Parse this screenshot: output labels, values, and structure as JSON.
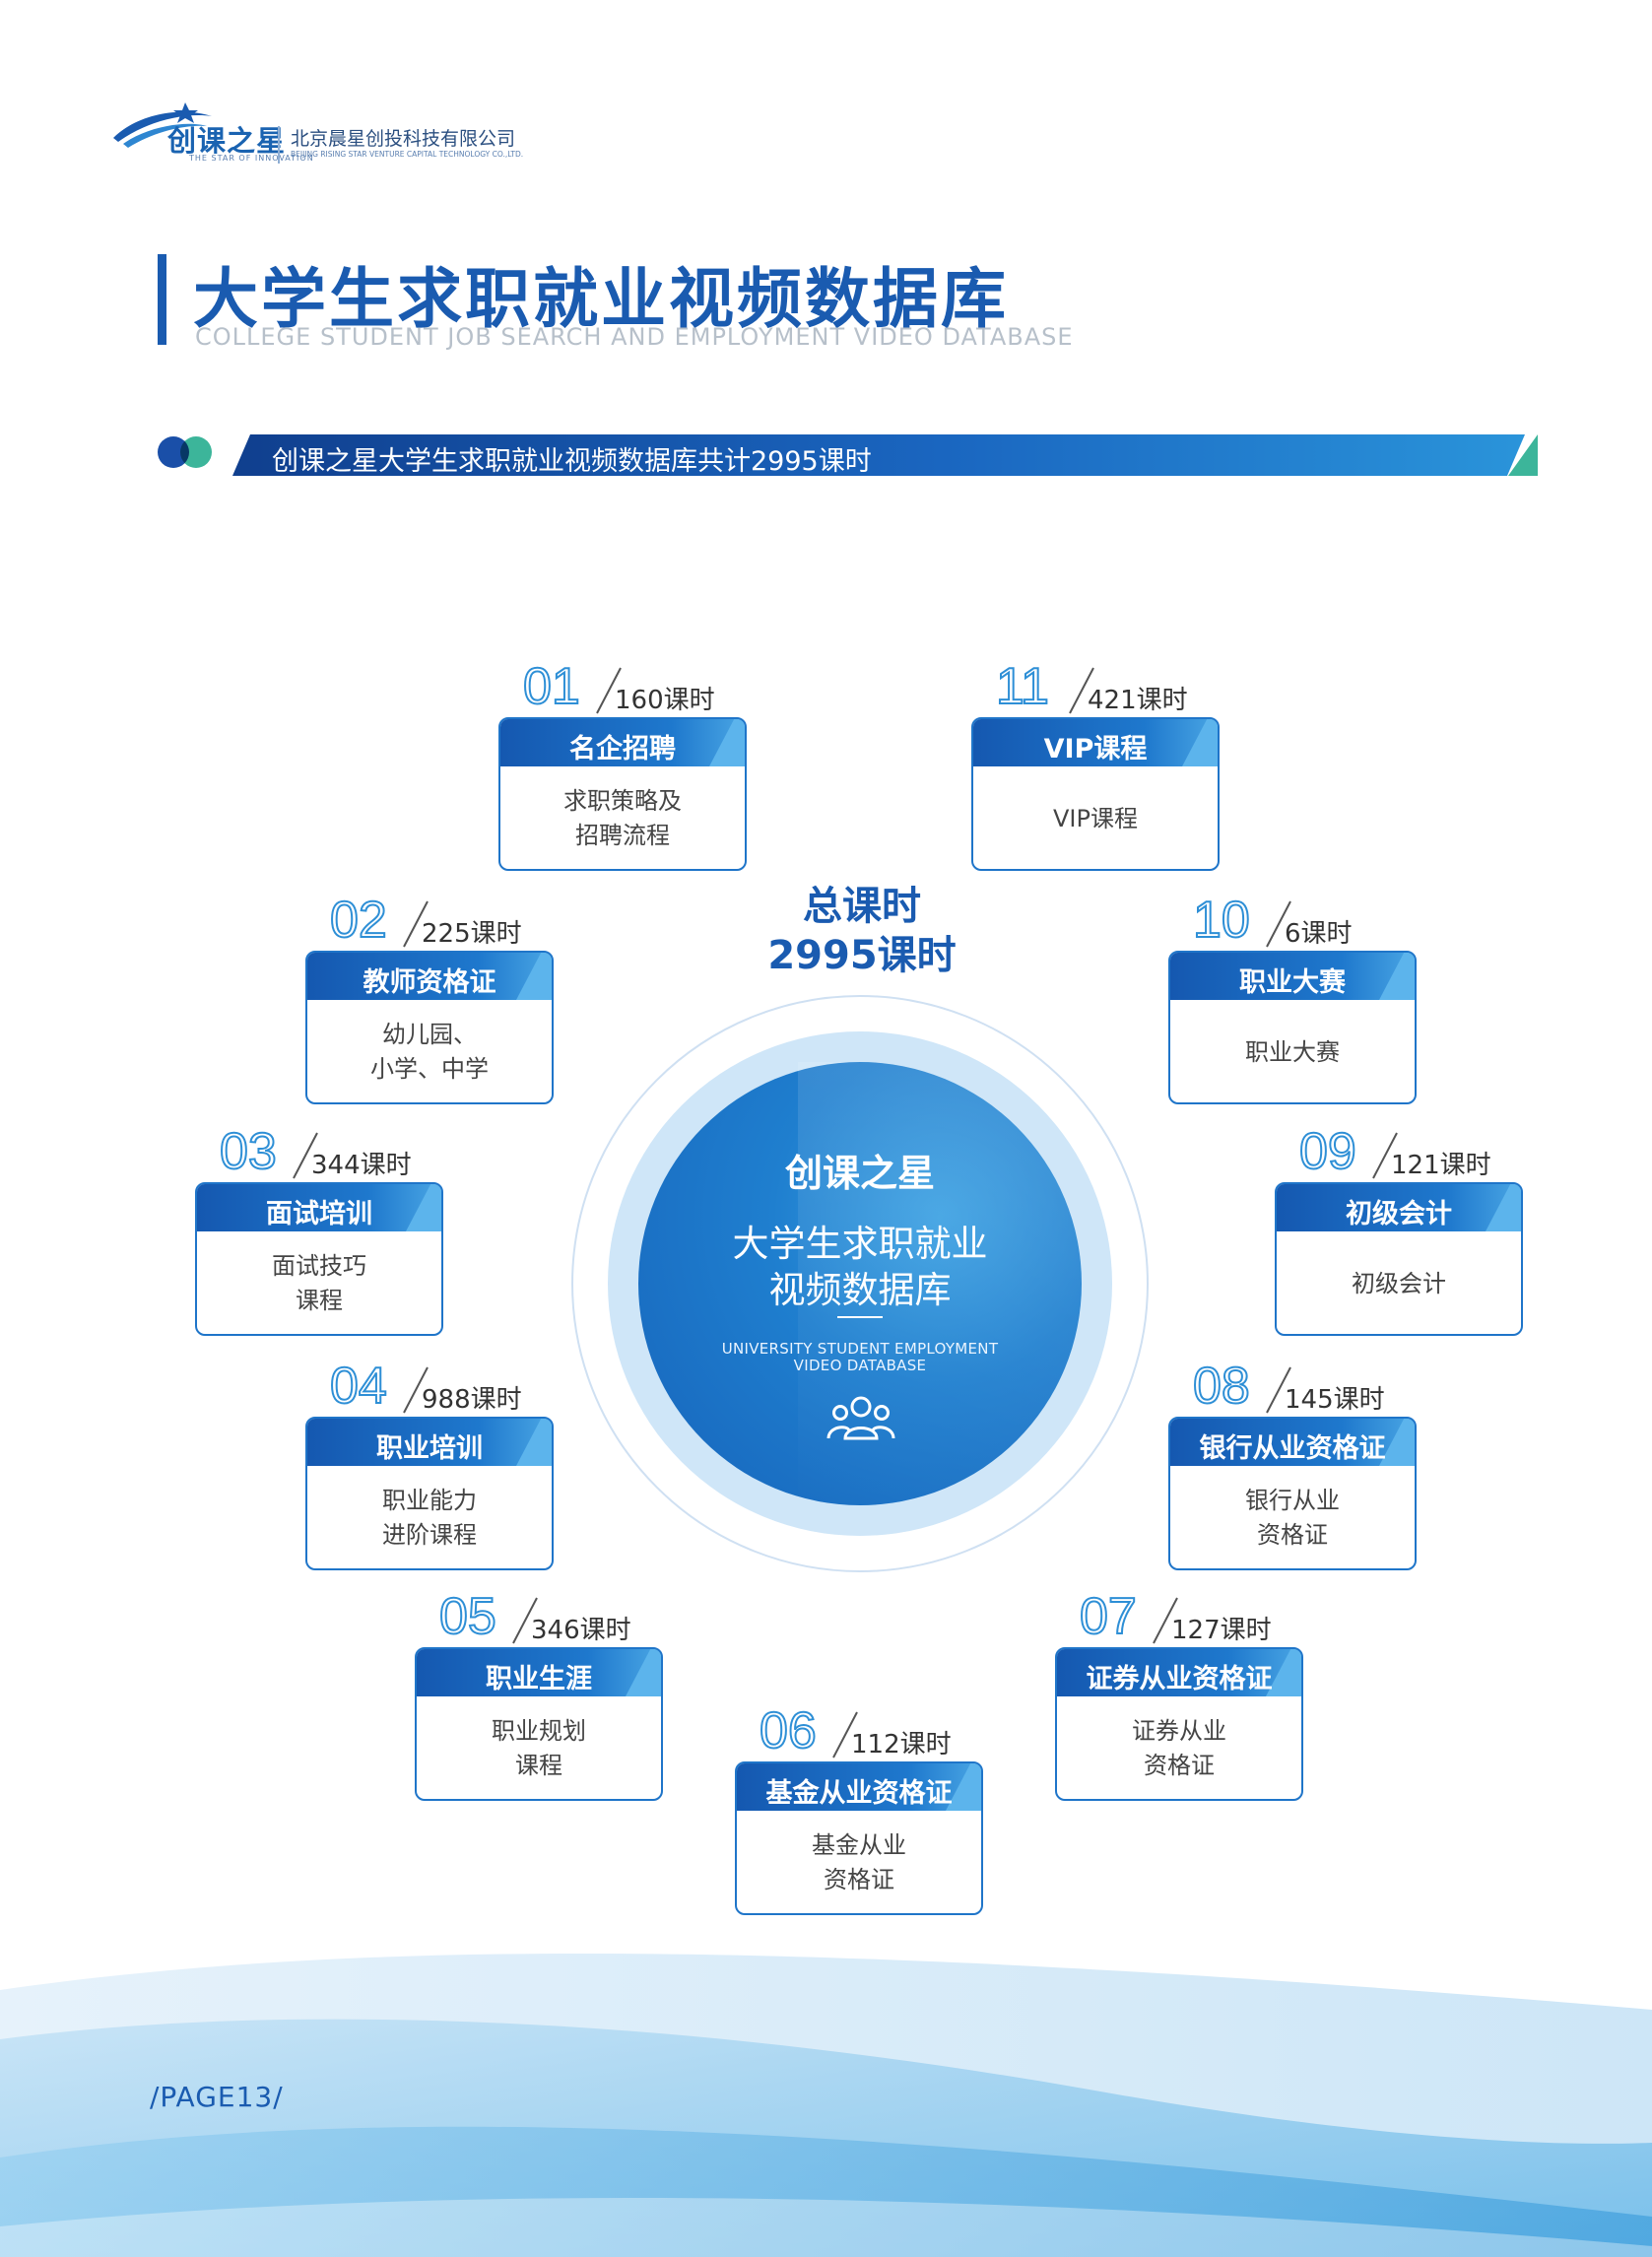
{
  "header": {
    "brand_name": "创课之星",
    "brand_sub": "THE STAR OF INNOVATION",
    "company": "北京晨星创投科技有限公司",
    "company_en": "BEIJING RISING STAR VENTURE CAPITAL TECHNOLOGY CO.,LTD."
  },
  "title": {
    "main": "大学生求职就业视频数据库",
    "english": "COLLEGE STUDENT JOB SEARCH AND EMPLOYMENT VIDEO DATABASE"
  },
  "banner": {
    "text": "创课之星大学生求职就业视频数据库共计2995课时"
  },
  "total": {
    "label": "总课时",
    "value": "2995课时"
  },
  "center": {
    "brand": "创课之星",
    "title_line1": "大学生求职就业",
    "title_line2": "视频数据库",
    "english_line1": "UNIVERSITY STUDENT EMPLOYMENT",
    "english_line2": "VIDEO DATABASE",
    "icon": "group-users-icon"
  },
  "colors": {
    "primary": "#1a5bb0",
    "accent_green": "#3cb59a",
    "light_blue": "#cfe6f8"
  },
  "cards": [
    {
      "num": "01",
      "hours": "160课时",
      "label": "名企招聘",
      "desc": "求职策略及\n招聘流程"
    },
    {
      "num": "02",
      "hours": "225课时",
      "label": "教师资格证",
      "desc": "幼儿园、\n小学、中学"
    },
    {
      "num": "03",
      "hours": "344课时",
      "label": "面试培训",
      "desc": "面试技巧\n课程"
    },
    {
      "num": "04",
      "hours": "988课时",
      "label": "职业培训",
      "desc": "职业能力\n进阶课程"
    },
    {
      "num": "05",
      "hours": "346课时",
      "label": "职业生涯",
      "desc": "职业规划\n课程"
    },
    {
      "num": "06",
      "hours": "112课时",
      "label": "基金从业资格证",
      "desc": "基金从业\n资格证"
    },
    {
      "num": "07",
      "hours": "127课时",
      "label": "证券从业资格证",
      "desc": "证券从业\n资格证"
    },
    {
      "num": "08",
      "hours": "145课时",
      "label": "银行从业资格证",
      "desc": "银行从业\n资格证"
    },
    {
      "num": "09",
      "hours": "121课时",
      "label": "初级会计",
      "desc": "初级会计"
    },
    {
      "num": "10",
      "hours": "6课时",
      "label": "职业大赛",
      "desc": "职业大赛"
    },
    {
      "num": "11",
      "hours": "421课时",
      "label": "VIP课程",
      "desc": "VIP课程"
    }
  ],
  "footer": {
    "page": "/PAGE13/"
  }
}
